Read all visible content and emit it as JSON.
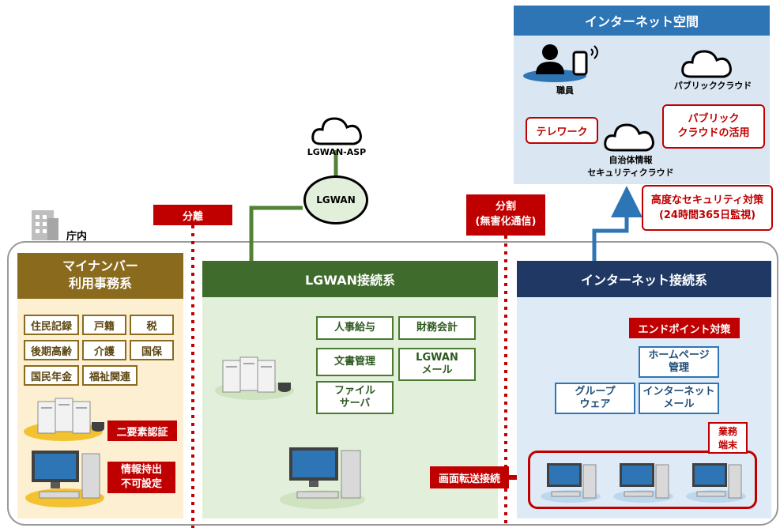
{
  "internet_space": {
    "title": "インターネット空間",
    "staff_label": "職員",
    "public_cloud_label": "パブリッククラウド",
    "municipal_cloud_label_1": "自治体情報",
    "municipal_cloud_label_2": "セキュリティクラウド",
    "telework": "テレワーク",
    "public_cloud_use_1": "パブリック",
    "public_cloud_use_2": "クラウドの活用"
  },
  "advanced_security": {
    "line1": "高度なセキュリティ対策",
    "line2": "(24時間365日監視)"
  },
  "lgwan_asp": "LGWAN-ASP",
  "lgwan_hub": "LGWAN",
  "office_label": "庁内",
  "separation": "分離",
  "division": {
    "line1": "分割",
    "line2": "(無害化通信)"
  },
  "mynumber": {
    "title1": "マイナンバー",
    "title2": "利用事務系",
    "items": [
      "住民記録",
      "戸籍",
      "税",
      "後期高齢",
      "介護",
      "国保",
      "国民年金",
      "福祉関連"
    ],
    "two_factor": "二要素認証",
    "info_1": "情報持出",
    "info_2": "不可設定"
  },
  "lgwan_system": {
    "title": "LGWAN接続系",
    "items": [
      "人事給与",
      "財務会計",
      "文書管理",
      "LGWAN",
      "メール",
      "ファイル",
      "サーバ"
    ]
  },
  "internet_system": {
    "title": "インターネット接続系",
    "endpoint": "エンドポイント対策",
    "homepage_1": "ホームページ",
    "homepage_2": "管理",
    "groupware_1": "グループ",
    "groupware_2": "ウェア",
    "netmail_1": "インターネット",
    "netmail_2": "メール",
    "terminal_1": "業務",
    "terminal_2": "端末"
  },
  "screen_transfer": "画面転送接続",
  "colors": {
    "gold": "#8a6a1d",
    "green": "#3f6b2c",
    "navy": "#1f3864",
    "red": "#c00000",
    "blue": "#2e75b6"
  }
}
